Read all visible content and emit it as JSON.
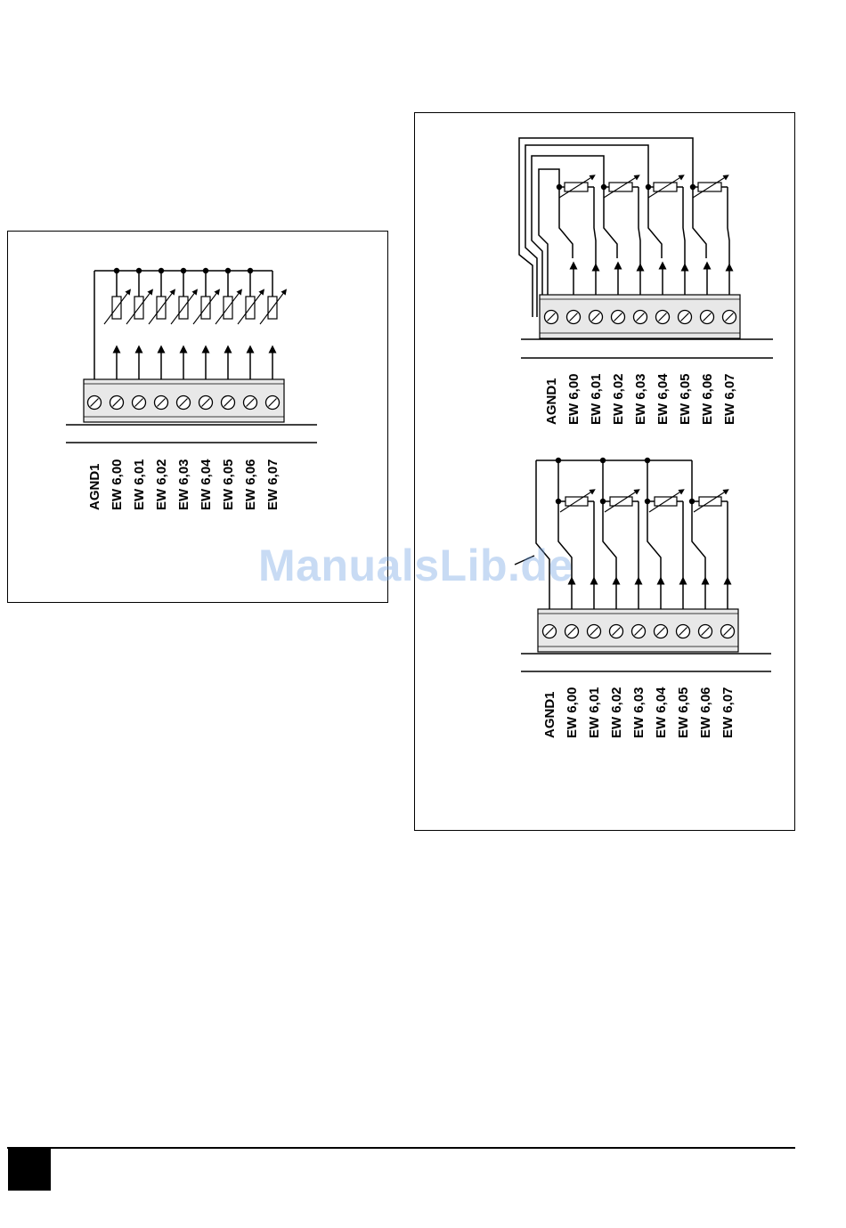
{
  "figures": {
    "left": {
      "terminal_labels": [
        "AGND1",
        "EW 6,00",
        "EW 6,01",
        "EW 6,02",
        "EW 6,03",
        "EW 6,04",
        "EW 6,05",
        "EW 6,06",
        "EW 6,07"
      ],
      "potentiometer_count": 8
    },
    "right_top": {
      "terminal_labels": [
        "AGND1",
        "EW 6,00",
        "EW 6,01",
        "EW 6,02",
        "EW 6,03",
        "EW 6,04",
        "EW 6,05",
        "EW 6,06",
        "EW 6,07"
      ],
      "potentiometer_count": 4
    },
    "right_bottom": {
      "terminal_labels": [
        "AGND1",
        "EW 6,00",
        "EW 6,01",
        "EW 6,02",
        "EW 6,03",
        "EW 6,04",
        "EW 6,05",
        "EW 6,06",
        "EW 6,07"
      ],
      "potentiometer_count": 4
    }
  },
  "watermark": {
    "text": "ManualsLib.de"
  },
  "colors": {
    "line": "#000000",
    "terminal_block": "#e8e8e8",
    "watermark": "#6ea0e1"
  }
}
